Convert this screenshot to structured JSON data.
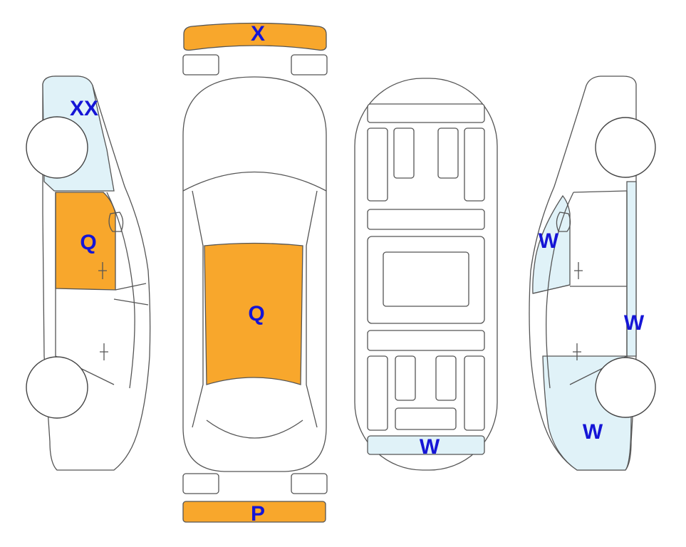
{
  "colors": {
    "orange_damage": "#F8A72C",
    "light_blue_damage": "#E0F2F8",
    "label_text": "#1515D6",
    "outline": "#555555"
  },
  "labels": {
    "left_front_fender": "XX",
    "left_front_door": "Q",
    "front_bumper": "X",
    "roof": "Q",
    "rear_bumper": "P",
    "underbody_rear": "W",
    "right_front_door": "W",
    "right_rear_door": "W",
    "right_rear_quarter": "W"
  }
}
